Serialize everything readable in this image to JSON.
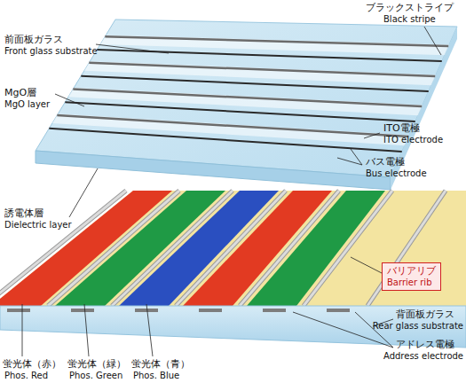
{
  "diagram": {
    "nodes": [
      {
        "text": [
          "バリアリブ",
          "Barrier rib"
        ]
      }
    ],
    "labels": [
      "ブラックストライプ",
      "Black stripe",
      "前面板ガラス",
      "Front glass substrate",
      "MgO層",
      "MgO layer",
      "ITO電極",
      "ITO electrode",
      "バス電極",
      "Bus electrode",
      "誘電体層",
      "Dielectric layer",
      "背面板ガラス",
      "Rear glass substrate",
      "アドレス電極",
      "Address electrode",
      "蛍光体（赤）",
      "Phos. Red",
      "蛍光体（緑）",
      "Phos. Green",
      "蛍光体（青）",
      "Phos. Blue"
    ]
  }
}
